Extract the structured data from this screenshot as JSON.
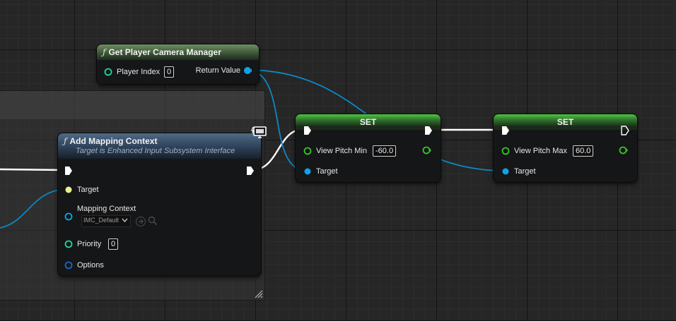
{
  "nodes": {
    "get_camera_manager": {
      "title": "Get Player Camera Manager",
      "inputs": {
        "player_index_label": "Player Index",
        "player_index_value": "0"
      },
      "outputs": {
        "return_value_label": "Return Value"
      }
    },
    "add_mapping_context": {
      "title": "Add Mapping Context",
      "subtitle": "Target is Enhanced Input Subsystem Interface",
      "pins": {
        "target_label": "Target",
        "mapping_context_label": "Mapping Context",
        "mapping_context_value": "IMC_Default",
        "priority_label": "Priority",
        "priority_value": "0",
        "options_label": "Options"
      }
    },
    "set_pitch_min": {
      "title": "SET",
      "pins": {
        "property_label": "View Pitch Min",
        "property_value": "-60.0",
        "target_label": "Target"
      }
    },
    "set_pitch_max": {
      "title": "SET",
      "pins": {
        "property_label": "View Pitch Max",
        "property_value": "60.0",
        "target_label": "Target"
      }
    }
  },
  "colors": {
    "exec_pin": "#ffffff",
    "object_pin": "#0ea3e8",
    "float_pin": "#39c22b",
    "struct_pin": "#1d64c8",
    "int_pin": "#1fd6a1",
    "target_pin": "#e9f08f"
  },
  "icons": {
    "function": "function-icon",
    "comment_toggle": "monitor-icon",
    "resize": "resize-grip-icon"
  }
}
